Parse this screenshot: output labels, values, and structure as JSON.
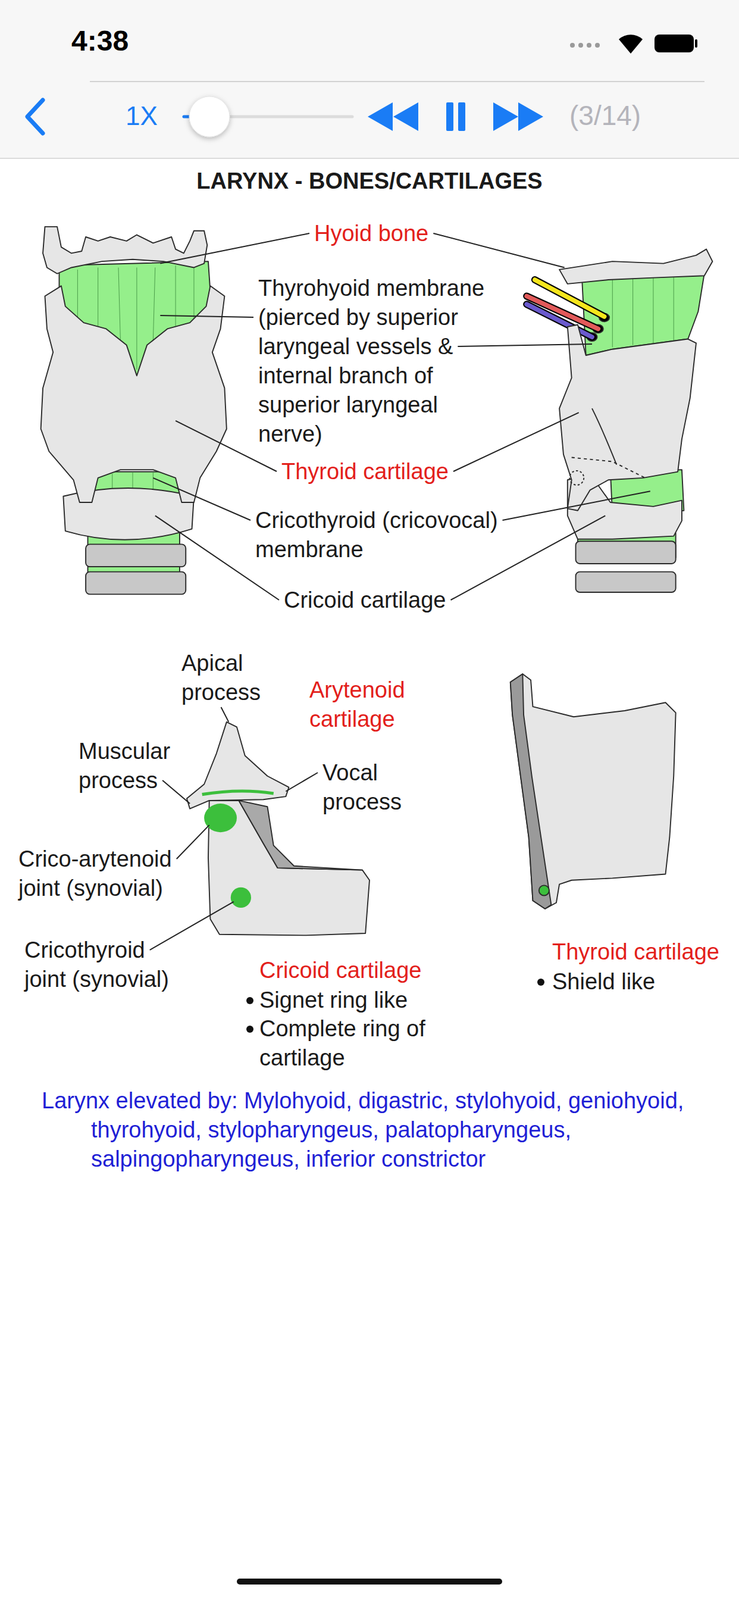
{
  "diagram": {
    "title": "LARYNX - BONES/CARTILAGES",
    "labels": [
      "4:38",
      "1X",
      "(3/14)",
      "Hyoid bone",
      "Thyrohyoid membrane (pierced by superior laryngeal vessels & internal branch of superior laryngeal nerve)",
      "Thyroid cartilage",
      "Cricothyroid (cricovocal) membrane",
      "Cricoid cartilage",
      "Apical process",
      "Arytenoid cartilage",
      "Muscular process",
      "Vocal process",
      "Crico-arytenoid joint (synovial)",
      "Cricothyroid joint (synovial)",
      "Cricoid cartilage",
      "Signet ring like",
      "Complete ring of cartilage",
      "Thyroid cartilage",
      "Shield like",
      "Larynx elevated by: Mylohyoid, digastric, stylohyoid, geniohyoid, thyrohyoid, stylopharyngeus, palatopharyngeus, salpingopharyngeus, inferior constrictor"
    ]
  }
}
